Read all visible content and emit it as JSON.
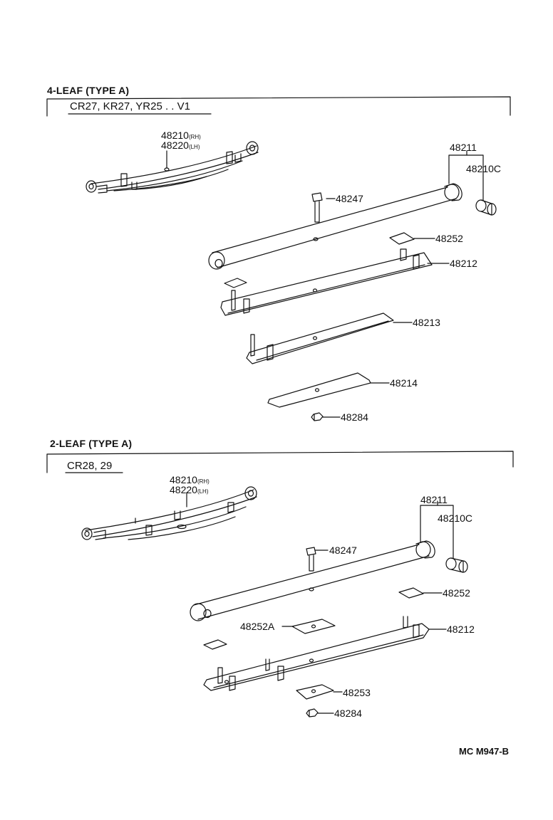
{
  "sections": [
    {
      "title": "4-LEAF (TYPE A)",
      "models": "CR27, KR27, YR25 . . V1",
      "parts": {
        "assy_rh": "48210",
        "assy_rh_suffix": "(RH)",
        "assy_lh": "48220",
        "assy_lh_suffix": "(LH)",
        "main_leaf": "48211",
        "bushing": "48210C",
        "center_bolt": "48247",
        "insert": "48252",
        "leaf_2": "48212",
        "leaf_3": "48213",
        "leaf_4": "48214",
        "nut": "48284"
      }
    },
    {
      "title": "2-LEAF (TYPE A)",
      "models": "CR28, 29",
      "parts": {
        "assy_rh": "48210",
        "assy_rh_suffix": "(RH)",
        "assy_lh": "48220",
        "assy_lh_suffix": "(LH)",
        "main_leaf": "48211",
        "bushing": "48210C",
        "center_bolt": "48247",
        "insert": "48252",
        "insert_a": "48252A",
        "leaf_2": "48212",
        "spacer": "48253",
        "nut": "48284"
      }
    }
  ],
  "diagram_code": "MC M947-B"
}
